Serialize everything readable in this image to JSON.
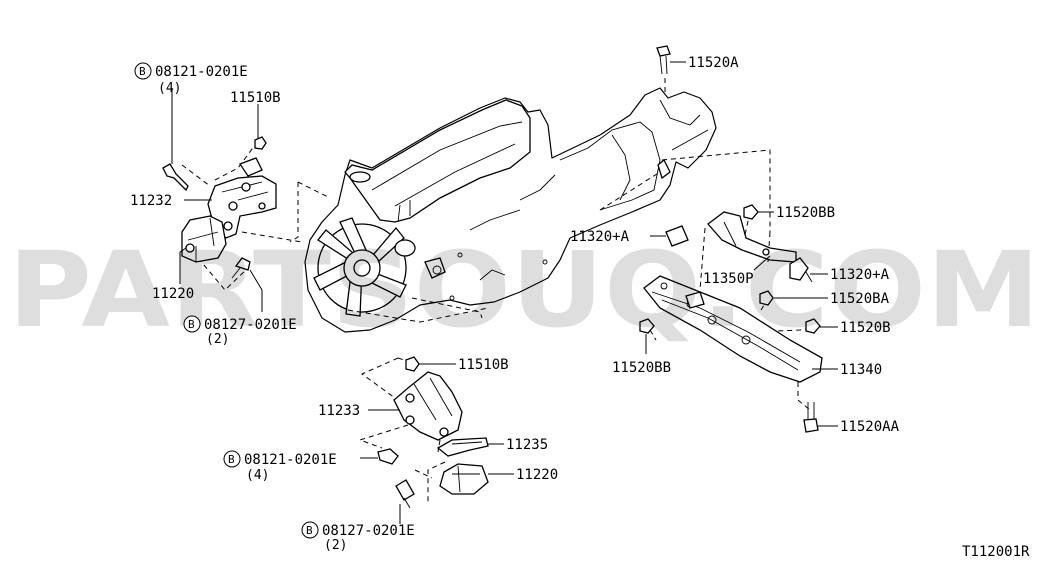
{
  "diagram": {
    "watermark": "PARTSOUQ.COM",
    "figure_code": "T112001R",
    "bolt_prefix": "B",
    "labels": {
      "bolt_upper_left": "08121-0201E",
      "bolt_upper_left_qty": "(4)",
      "nut_11510b_upper": "11510B",
      "bracket_11232": "11232",
      "insulator_11220_left": "11220",
      "bolt_mid_left": "08127-0201E",
      "bolt_mid_left_qty": "(2)",
      "bolt_11520a": "11520A",
      "nut_11520bb_upper": "11520BB",
      "insulator_11320a_left": "11320+A",
      "bracket_11350p": "11350P",
      "insulator_11320a_right": "11320+A",
      "nut_11520ba": "11520BA",
      "nut_11520bb_lower": "11520BB",
      "nut_11520b": "11520B",
      "member_11340": "11340",
      "bolt_11520aa": "11520AA",
      "nut_11510b_lower": "11510B",
      "bracket_11233": "11233",
      "stopper_11235": "11235",
      "insulator_11220_lower": "11220",
      "bolt_lower_left": "08121-0201E",
      "bolt_lower_left_qty": "(4)",
      "bolt_bottom": "08127-0201E",
      "bolt_bottom_qty": "(2)"
    }
  }
}
